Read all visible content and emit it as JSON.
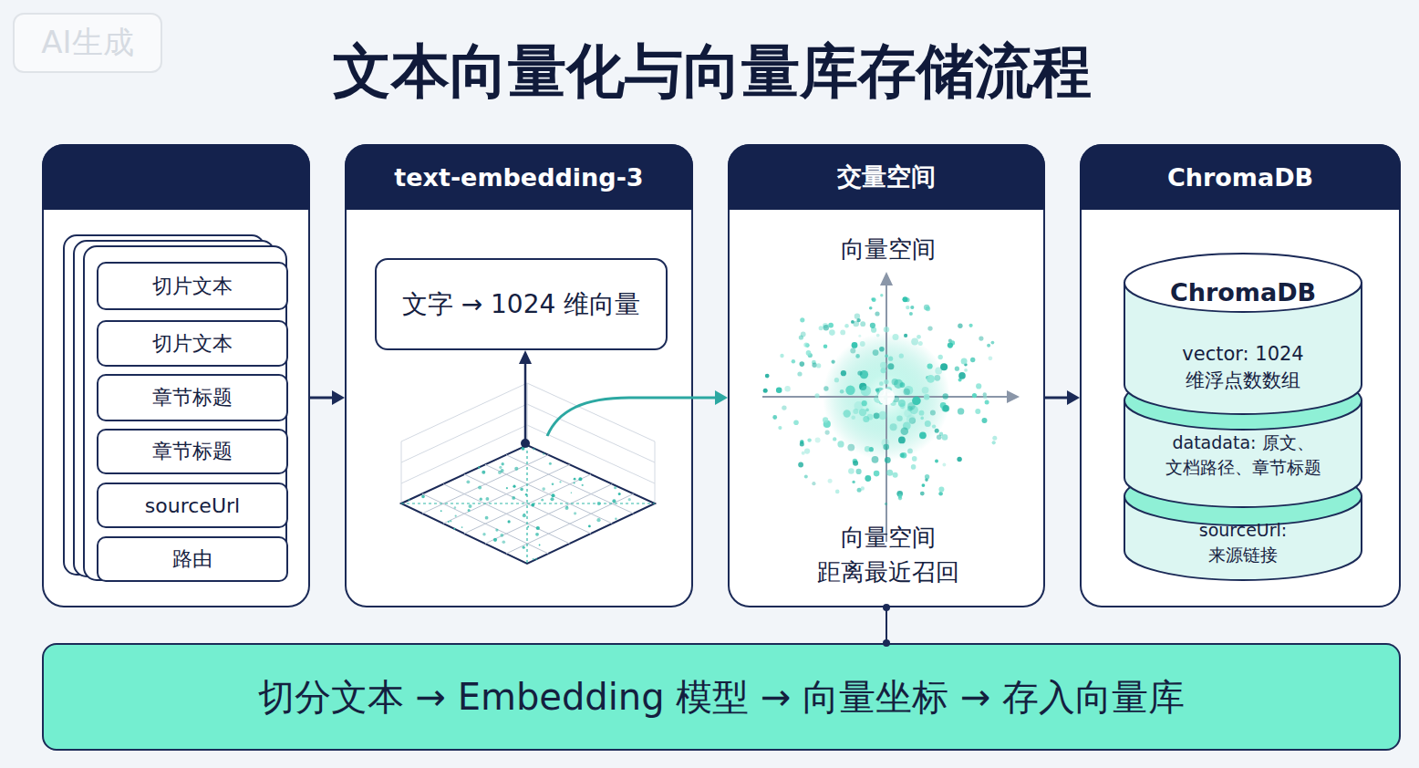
{
  "diagram": {
    "title": "文本向量化与向量库存储流程",
    "nodes": [
      {
        "text": []
      },
      {
        "text": [
          "切片文本"
        ],
        "in": 0
      },
      {
        "text": [
          "切片文本"
        ],
        "in": 0
      },
      {
        "text": [
          "章节标题"
        ],
        "in": 0
      },
      {
        "text": [
          "章节标题"
        ],
        "in": 0
      },
      {
        "text": [
          "sourceUrl"
        ],
        "in": 0
      },
      {
        "text": [
          "路由"
        ],
        "in": 0
      },
      {
        "text": [
          "text-embedding-3"
        ]
      },
      {
        "text": [
          "文字 → 1024 维向量"
        ],
        "in": 7
      },
      {
        "text": [
          "交量空间",
          "向量空间",
          "向量空间 距离最近召回"
        ]
      },
      {
        "text": [
          "ChromaDB"
        ]
      },
      {
        "text": [
          "ChromaDB",
          "vector: 1024 维浮点数数组",
          "datadata: 原文、文档路径、章节标题",
          "sourceUrl: 来源链接"
        ],
        "in": 10
      },
      {
        "text": [
          "切分文本 → Embedding 模型 → 向量坐标 → 存入向量库"
        ]
      }
    ],
    "edges": [
      {
        "from": 0,
        "to": 7,
        "arrow": "to"
      },
      {
        "from": 7,
        "to": 9,
        "arrow": "to"
      },
      {
        "from": 9,
        "to": 10,
        "arrow": "to"
      },
      {
        "from": 9,
        "to": 12,
        "arrow": "none"
      }
    ],
    "labels": [
      "AI生成"
    ]
  }
}
